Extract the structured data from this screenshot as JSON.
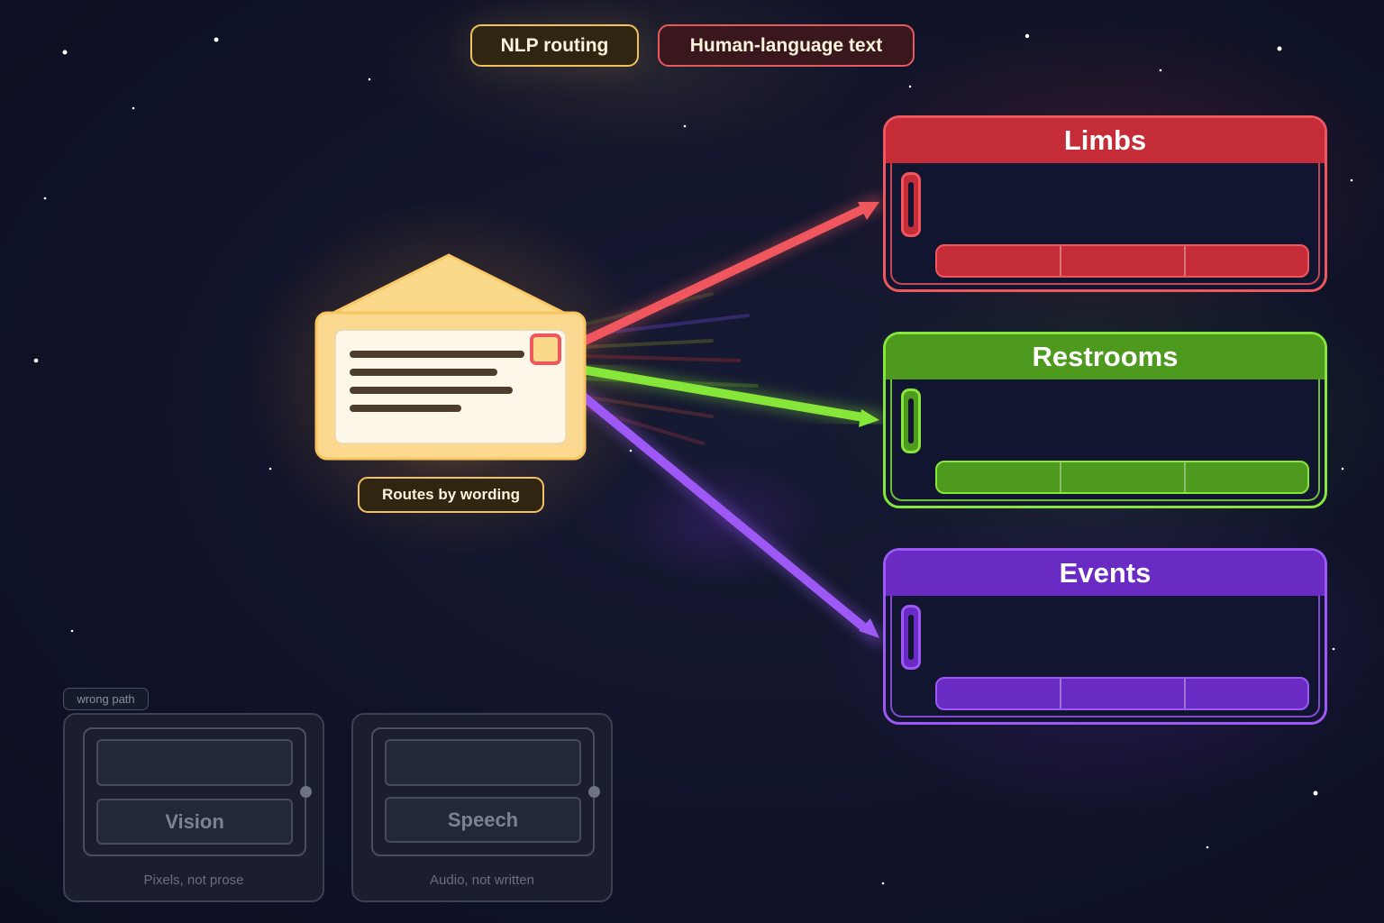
{
  "chips": {
    "nlp": "NLP routing",
    "text": "Human-language text",
    "route": "Routes by wording"
  },
  "categories": [
    {
      "label": "Limbs",
      "color": "#c42d38",
      "accent": "#f0565e"
    },
    {
      "label": "Restrooms",
      "color": "#4d9a1e",
      "accent": "#86e63a"
    },
    {
      "label": "Events",
      "color": "#6a2bc4",
      "accent": "#9d58f5"
    }
  ],
  "wrong_path": {
    "tag": "wrong path",
    "vision": {
      "label": "Vision",
      "caption": "Pixels, not prose",
      "icon": "camera-icon"
    },
    "speech": {
      "label": "Speech",
      "caption": "Audio, not written",
      "icon": "microphone-icon"
    }
  },
  "document": {
    "icon": "envelope-icon"
  }
}
